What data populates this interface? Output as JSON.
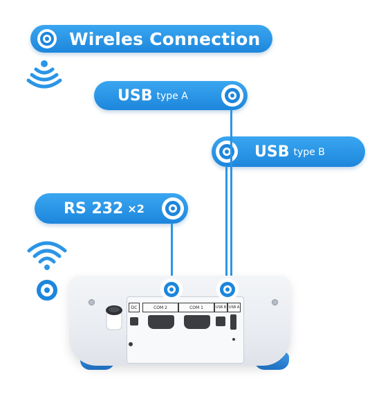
{
  "labels": {
    "wireless": "Wireles Connection",
    "usb_a_main": "USB",
    "usb_a_sub": "type A",
    "usb_b_main": "USB",
    "usb_b_sub": "type B",
    "rs232_main": "RS 232",
    "rs232_sub": "×2"
  },
  "panel": {
    "dc": "DC",
    "com2": "COM 2",
    "com1": "COM 1",
    "usb_b": "USB B",
    "usb_a": "USB A"
  },
  "colors": {
    "accent": "#1d86dc",
    "feet": "#2a84d8"
  }
}
